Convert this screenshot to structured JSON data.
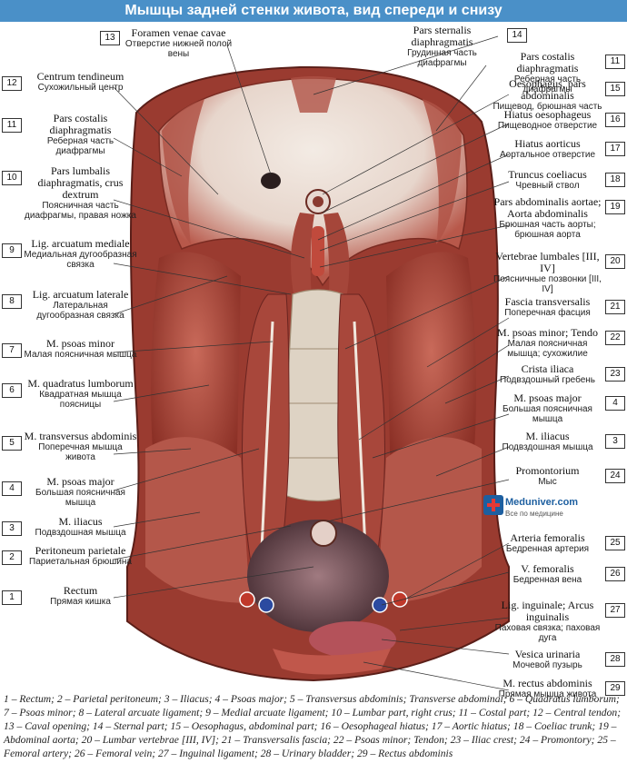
{
  "title": "Мышцы задней стенки живота, вид спереди и снизу",
  "logo": {
    "name": "Meduniver.com",
    "tagline": "Все по медицине"
  },
  "left_labels": [
    {
      "num": "12",
      "lat": "Centrum tendineum",
      "ru": "Сухожильный центр"
    },
    {
      "num": "11",
      "lat": "Pars costalis diaphragmatis",
      "ru": "Реберная часть диафрагмы"
    },
    {
      "num": "10",
      "lat": "Pars lumbalis diaphragmatis, crus dextrum",
      "ru": "Поясничная часть диафрагмы, правая ножка"
    },
    {
      "num": "9",
      "lat": "Lig. arcuatum mediale",
      "ru": "Медиальная дугообразная связка"
    },
    {
      "num": "8",
      "lat": "Lig. arcuatum laterale",
      "ru": "Латеральная дугообразная связка"
    },
    {
      "num": "7",
      "lat": "M. psoas minor",
      "ru": "Малая поясничная мышца"
    },
    {
      "num": "6",
      "lat": "M. quadratus lumborum",
      "ru": "Квадратная мышца поясницы"
    },
    {
      "num": "5",
      "lat": "M. transversus abdominis",
      "ru": "Поперечная мышца живота"
    },
    {
      "num": "4",
      "lat": "M. psoas major",
      "ru": "Большая поясничная мышца"
    },
    {
      "num": "3",
      "lat": "M. iliacus",
      "ru": "Подвздошная мышца"
    },
    {
      "num": "2",
      "lat": "Peritoneum parietale",
      "ru": "Париетальная брюшина"
    },
    {
      "num": "1",
      "lat": "Rectum",
      "ru": "Прямая кишка"
    }
  ],
  "top_labels": [
    {
      "num": "13",
      "lat": "Foramen venae cavae",
      "ru": "Отверстие нижней полой вены"
    },
    {
      "num": "14",
      "lat": "Pars sternalis diaphragmatis",
      "ru": "Грудинная часть диафрагмы"
    }
  ],
  "right_labels": [
    {
      "num": "11",
      "lat": "Pars costalis diaphragmatis",
      "ru": "Реберная часть диафрагмы"
    },
    {
      "num": "15",
      "lat": "Oesophagus, pars abdominalis",
      "ru": "Пищевод, брюшная часть"
    },
    {
      "num": "16",
      "lat": "Hiatus oesophageus",
      "ru": "Пищеводное отверстие"
    },
    {
      "num": "17",
      "lat": "Hiatus aorticus",
      "ru": "Аортальное отверстие"
    },
    {
      "num": "18",
      "lat": "Truncus coeliacus",
      "ru": "Чревный ствол"
    },
    {
      "num": "19",
      "lat": "Pars abdominalis aortae; Aorta abdominalis",
      "ru": "Брюшная часть аорты; брюшная аорта"
    },
    {
      "num": "20",
      "lat": "Vertebrae lumbales [III, IV]",
      "ru": "Поясничные позвонки [III, IV]"
    },
    {
      "num": "21",
      "lat": "Fascia transversalis",
      "ru": "Поперечная фасция"
    },
    {
      "num": "22",
      "lat": "M. psoas minor; Tendo",
      "ru": "Малая поясничная мышца; сухожилие"
    },
    {
      "num": "23",
      "lat": "Crista iliaca",
      "ru": "Подвздошный гребень"
    },
    {
      "num": "4",
      "lat": "M. psoas major",
      "ru": "Большая поясничная мышца"
    },
    {
      "num": "3",
      "lat": "M. iliacus",
      "ru": "Подвздошная мышца"
    },
    {
      "num": "24",
      "lat": "Promontorium",
      "ru": "Мыс"
    },
    {
      "num": "25",
      "lat": "Arteria femoralis",
      "ru": "Бедренная артерия"
    },
    {
      "num": "26",
      "lat": "V. femoralis",
      "ru": "Бедренная вена"
    },
    {
      "num": "27",
      "lat": "Lig. inguinale; Arcus inguinalis",
      "ru": "Паховая связка; паховая дуга"
    },
    {
      "num": "28",
      "lat": "Vesica urinaria",
      "ru": "Мочевой пузырь"
    },
    {
      "num": "29",
      "lat": "M. rectus abdominis",
      "ru": "Прямая мышца живота"
    }
  ],
  "caption": "1 – Rectum; 2 – Parietal peritoneum; 3 – Iliacus; 4 – Psoas major; 5 – Transversus abdominis; Transverse abdominal; 6 – Quadratus lumborum; 7 – Psoas minor; 8 – Lateral arcuate ligament; 9 – Medial arcuate ligament; 10 – Lumbar part, right crus; 11 – Costal part; 12 – Central tendon; 13 – Caval opening; 14 – Sternal part; 15 – Oesophagus, abdominal part; 16 – Oesophageal hiatus; 17 – Aortic hiatus; 18 – Coeliac trunk; 19 – Abdominal aorta; 20 – Lumbar vertebrae [III, IV]; 21 – Transversalis fascia; 22 – Psoas minor; Tendon; 23 – Iliac crest; 24 – Promontory; 25 – Femoral artery; 26 – Femoral vein; 27 – Inguinal ligament; 28 – Urinary bladder; 29 – Rectus abdominis"
}
